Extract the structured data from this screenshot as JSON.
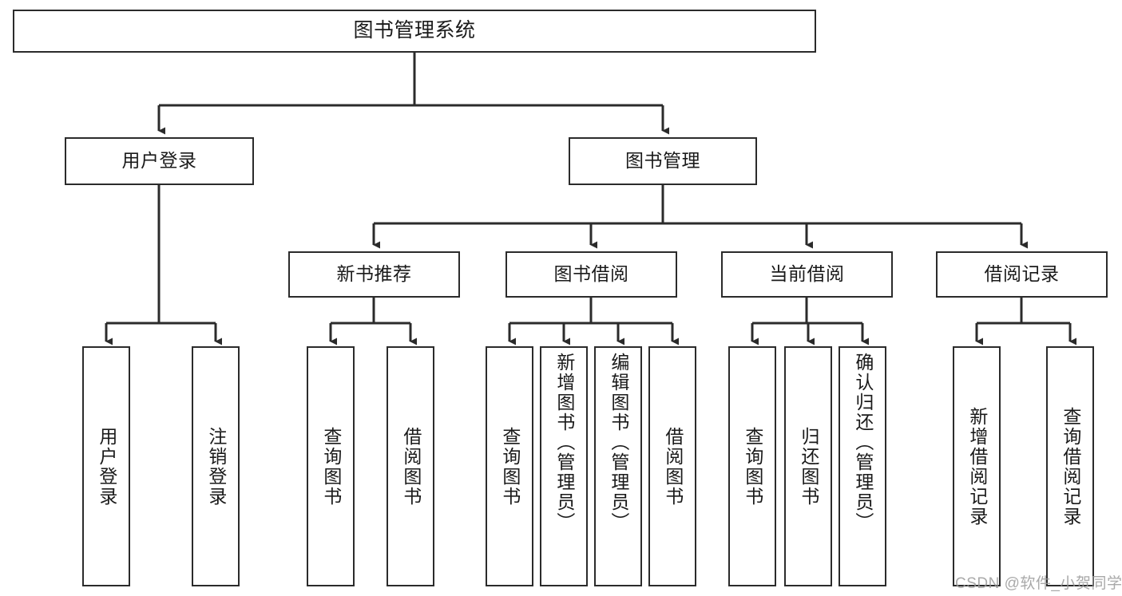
{
  "diagram": {
    "title": "图书管理系统",
    "type": "功能结构图",
    "colors": {
      "box_border": "#2b2b2b",
      "box_fill": "#ffffff",
      "connector": "#2b2b2b",
      "text": "#1a1a1a",
      "watermark": "#9b9b9b",
      "background": "#ffffff"
    },
    "nodes": {
      "root": {
        "label": "图书管理系统"
      },
      "level1": [
        {
          "label": "用户登录"
        },
        {
          "label": "图书管理"
        }
      ],
      "level2": [
        {
          "label": "新书推荐"
        },
        {
          "label": "图书借阅"
        },
        {
          "label": "当前借阅"
        },
        {
          "label": "借阅记录"
        }
      ],
      "leaves": {
        "user_login": [
          {
            "label": "用户登录"
          },
          {
            "label": "注销登录"
          }
        ],
        "new_book_recommend": [
          {
            "label": "查询图书"
          },
          {
            "label": "借阅图书"
          }
        ],
        "book_borrow": [
          {
            "label": "查询图书"
          },
          {
            "label": "新增图书（管理员）"
          },
          {
            "label": "编辑图书（管理员）"
          },
          {
            "label": "借阅图书"
          }
        ],
        "current_borrow": [
          {
            "label": "查询图书"
          },
          {
            "label": "归还图书"
          },
          {
            "label": "确认归还（管理员）"
          }
        ],
        "borrow_record": [
          {
            "label": "新增借阅记录"
          },
          {
            "label": "查询借阅记录"
          }
        ]
      }
    },
    "watermark": "CSDN @软件_小贺同学"
  }
}
